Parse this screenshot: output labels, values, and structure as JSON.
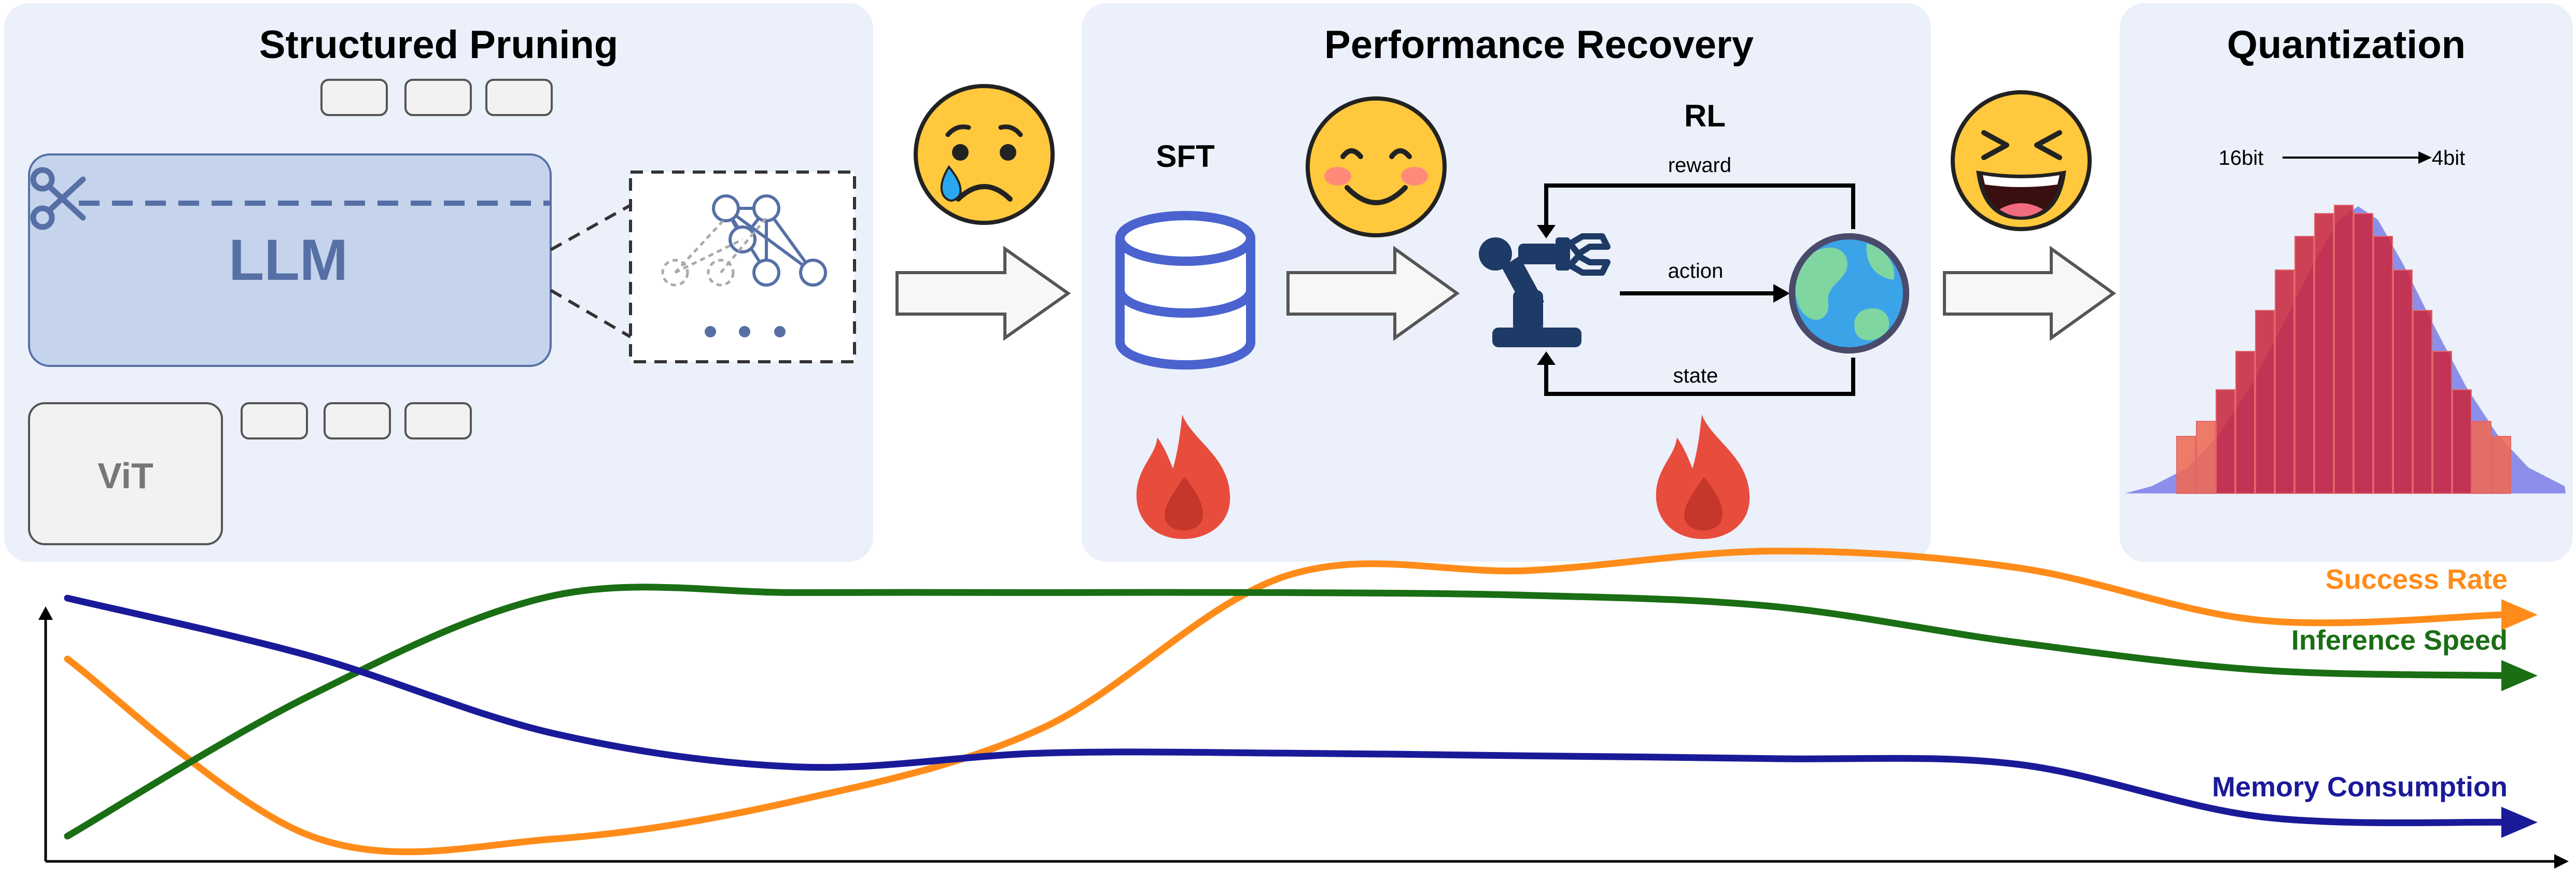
{
  "stages": {
    "pruning": {
      "title": "Structured Pruning",
      "llm_label": "LLM",
      "vit_label": "ViT",
      "dots": "• • •"
    },
    "recovery": {
      "title": "Performance Recovery",
      "sft_label": "SFT",
      "rl_label": "RL",
      "reward_label": "reward",
      "action_label": "action",
      "state_label": "state"
    },
    "quantization": {
      "title": "Quantization",
      "from_bits": "16bit",
      "to_bits": "4bit"
    }
  },
  "emojis": [
    "crying-face",
    "smiling-face",
    "laughing-face"
  ],
  "colors": {
    "panel_bg": "#EBF0FA",
    "llm_fill": "#C5D4EC",
    "llm_text": "#5670A6",
    "db_blue": "#4A63CF",
    "robot_navy": "#1E3A66",
    "bar_red": "#C8283F",
    "bar_edge": "#EE6A53",
    "dist_blue": "#8C8FEA",
    "success": "#FF8C1A",
    "inference": "#1A6E14",
    "memory": "#1A1A99"
  },
  "chart_data": {
    "type": "line",
    "title": "",
    "xlabel": "",
    "ylabel": "",
    "x": [
      0,
      10,
      20,
      30,
      40,
      50,
      60,
      70,
      80,
      90,
      100
    ],
    "series": [
      {
        "name": "Success Rate",
        "values": [
          0.69,
          0.05,
          0.04,
          0.18,
          0.44,
          0.99,
          1.01,
          1.08,
          1.02,
          0.83,
          0.85
        ]
      },
      {
        "name": "Inference Speed",
        "values": [
          0.05,
          0.56,
          0.92,
          0.93,
          0.93,
          0.93,
          0.92,
          0.88,
          0.75,
          0.65,
          0.63
        ]
      },
      {
        "name": "Memory Consumption",
        "values": [
          0.91,
          0.7,
          0.42,
          0.3,
          0.35,
          0.35,
          0.34,
          0.33,
          0.31,
          0.12,
          0.1
        ]
      }
    ],
    "legend_placement": "right",
    "grid": false
  }
}
